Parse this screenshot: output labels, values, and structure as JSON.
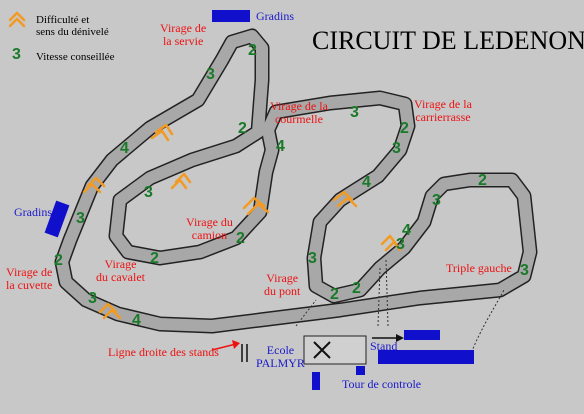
{
  "title": "CIRCUIT DE LEDENON",
  "legend": {
    "chevron_label": "Difficulté et sens du dénivelé",
    "chevron_line1": "Difficulté et",
    "chevron_line2": "sens du dénivelé",
    "speed_sample": "3",
    "speed_label": "Vitesse conseillée"
  },
  "colors": {
    "background": "#c8c8c8",
    "track": "#a8a8a8",
    "track_border": "#222222",
    "corner_label": "#ee1111",
    "speed_number": "#1a7a2a",
    "chevron": "#f39a22",
    "building": "#1010cc",
    "blue_label": "#1a1acc"
  },
  "corners": {
    "servie": [
      "Virage de",
      "la servie"
    ],
    "courmelle": [
      "Virage de la",
      "courmelle"
    ],
    "carrierrasse": [
      "Virage de la",
      "carrierrasse"
    ],
    "camion": [
      "Virage du",
      "camion"
    ],
    "cavalet": [
      "Virage",
      "du cavalet"
    ],
    "cuvette": [
      "Virage de",
      "la cuvette"
    ],
    "pont": [
      "Virage",
      "du pont"
    ],
    "triple": "Triple gauche",
    "straight": "Ligne droite des stands"
  },
  "places": {
    "gradins_top": "Gradins",
    "gradins_left": "Gradins",
    "ecole": [
      "Ecole",
      "PALMYR"
    ],
    "stand": "Stand",
    "tour": "Tour de controle"
  },
  "speeds": [
    "2",
    "3",
    "2",
    "4",
    "3",
    "2",
    "2",
    "4",
    "3",
    "2",
    "3",
    "4",
    "3",
    "2",
    "4",
    "2",
    "3",
    "3",
    "2",
    "3",
    "2",
    "3",
    "3",
    "4"
  ],
  "icons": [
    "chevron-icon",
    "speed-number-icon",
    "arrow-icon",
    "start-x-icon"
  ]
}
